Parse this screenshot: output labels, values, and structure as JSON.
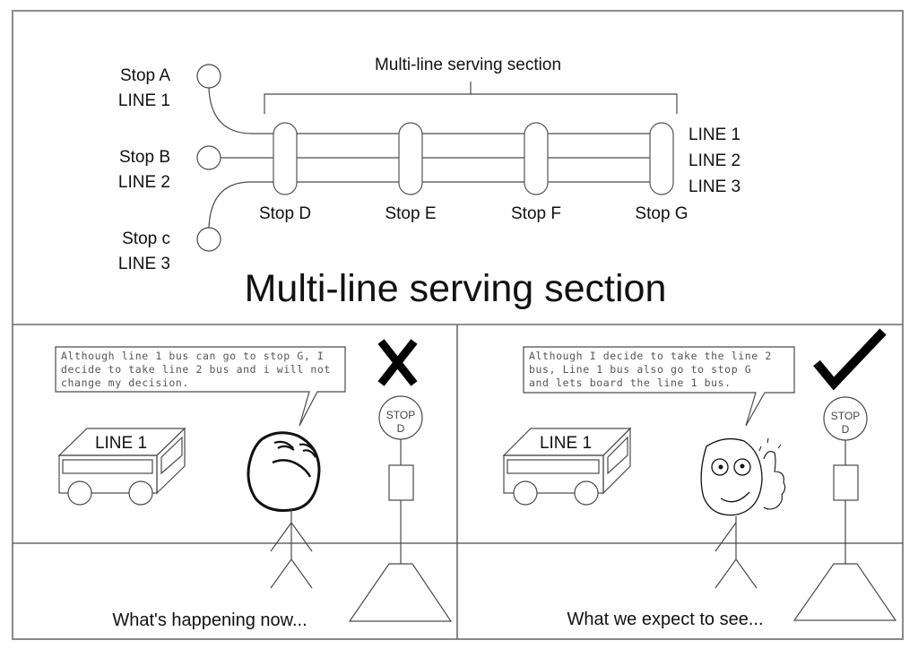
{
  "top_panel": {
    "title": "Multi-line serving section",
    "bracket_label": "Multi-line serving section",
    "origin_stops": [
      {
        "stop": "Stop A",
        "line": "LINE 1"
      },
      {
        "stop": "Stop B",
        "line": "LINE 2"
      },
      {
        "stop": "Stop c",
        "line": "LINE 3"
      }
    ],
    "shared_stops": [
      "Stop D",
      "Stop E",
      "Stop F",
      "Stop G"
    ],
    "line_labels": [
      "LINE 1",
      "LINE 2",
      "LINE 3"
    ]
  },
  "left_panel": {
    "speech": [
      "Although line 1 bus can go to stop G, I",
      "decide to take line 2 bus and i will not",
      "change my decision."
    ],
    "bus_label": "LINE 1",
    "sign_line1": "STOP",
    "sign_line2": "D",
    "verdict": "cross",
    "caption": "What's happening now..."
  },
  "right_panel": {
    "speech": [
      "Although I decide to take the line 2",
      "bus, Line 1 bus also go to stop G",
      "and lets board the line 1 bus."
    ],
    "bus_label": "LINE 1",
    "sign_line1": "STOP",
    "sign_line2": "D",
    "verdict": "check",
    "caption": "What we expect to see..."
  }
}
